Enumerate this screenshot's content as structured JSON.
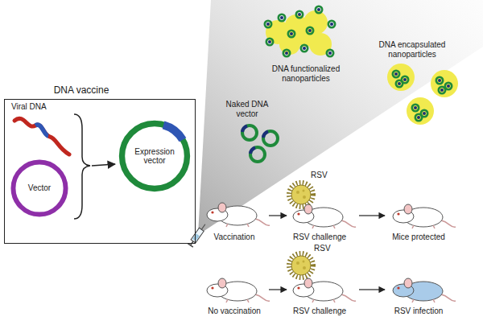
{
  "diagram": {
    "nodes": [
      {
        "text": [
          "DNA vaccine"
        ]
      },
      {
        "text": [
          "Vector"
        ],
        "in": 0
      },
      {
        "text": [
          "Expression vector"
        ],
        "in": 0
      }
    ],
    "labels": [
      "Viral DNA",
      "DNA functionalized nanoparticles",
      "DNA encapsulated nanoparticles",
      "Naked DNA vector",
      "RSV",
      "Vaccination",
      "RSV challenge",
      "Mice protected",
      "RSV",
      "No vaccination",
      "RSV challenge",
      "RSV infection"
    ]
  }
}
